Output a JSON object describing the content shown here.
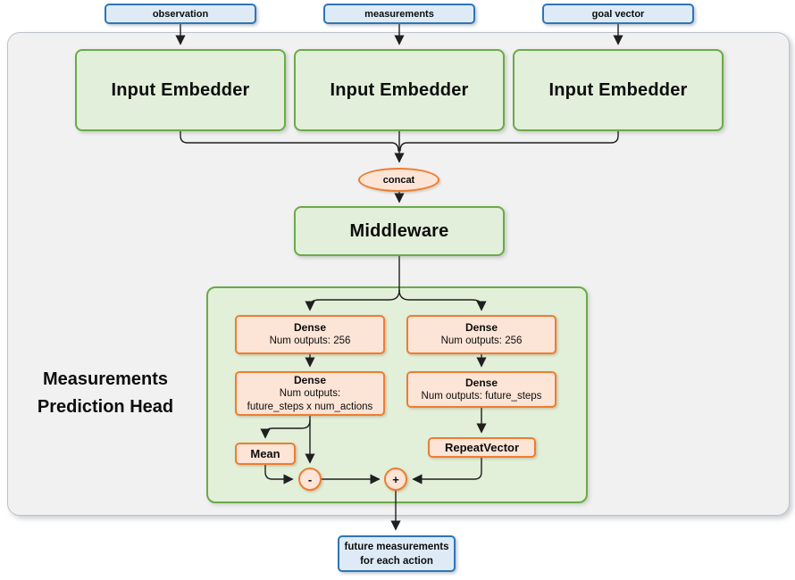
{
  "inputs": [
    {
      "label": "observation"
    },
    {
      "label": "measurements"
    },
    {
      "label": "goal vector"
    }
  ],
  "embedders": [
    "Input Embedder",
    "Input Embedder",
    "Input Embedder"
  ],
  "concat_label": "concat",
  "middleware_label": "Middleware",
  "head": {
    "title": "Measurements Prediction Head",
    "action_branch": {
      "dense1": {
        "name": "Dense",
        "detail": "Num outputs: 256"
      },
      "dense2": {
        "name": "Dense",
        "detail_line1": "Num outputs:",
        "detail_line2": "future_steps x num_actions"
      },
      "mean_label": "Mean",
      "minus_label": "-"
    },
    "expectation_branch": {
      "dense1": {
        "name": "Dense",
        "detail": "Num outputs: 256"
      },
      "dense2": {
        "name": "Dense",
        "detail": "Num outputs: future_steps"
      },
      "repeat_label": "RepeatVector",
      "plus_label": "+"
    }
  },
  "output": {
    "line1": "future measurements",
    "line2": "for each action"
  },
  "colors": {
    "input_fill": "#DEEBF7",
    "input_border": "#2E75B6",
    "block_fill": "#E2EFDA",
    "block_border": "#6AAB47",
    "op_fill": "#FCE4D6",
    "op_border": "#ED7D31",
    "outer_fill": "#F1F1F2",
    "outer_border": "#BCC2C9",
    "connector": "#1F1F1F"
  }
}
